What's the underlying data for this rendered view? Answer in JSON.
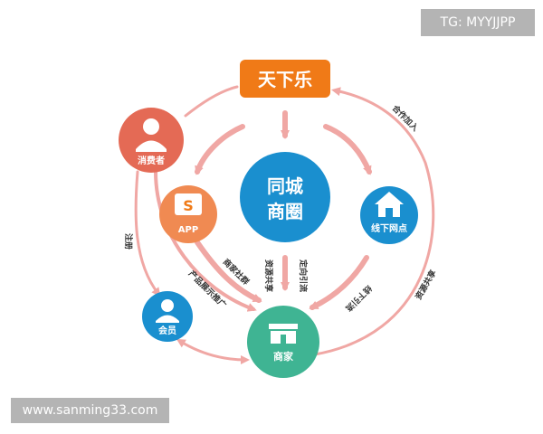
{
  "watermark": {
    "top": "TG: MYYJJPP",
    "bottom": "www.sanming33.com"
  },
  "nodes": {
    "logo": "天下乐",
    "center_line1": "同城",
    "center_line2": "商圈",
    "consumer": "消费者",
    "app": "APP",
    "offline": "线下网点",
    "member": "会员",
    "merchant": "商家"
  },
  "edges": {
    "cooperate": "合作加入",
    "register": "注册",
    "merchant_community": "商家社群",
    "product_promo": "产品展示推广",
    "resource_share": "资源共享",
    "targeted_traffic": "定向引流",
    "offline_draw": "线下引流",
    "resource_share_right": "资源共享"
  },
  "colors": {
    "logo": "#f07a17",
    "center": "#1a8fcf",
    "consumer": "#e46a55",
    "app": "#f08a52",
    "offline": "#1a8fcf",
    "member": "#1a8fcf",
    "merchant": "#3fb493",
    "arrow": "#f0a7a4"
  }
}
